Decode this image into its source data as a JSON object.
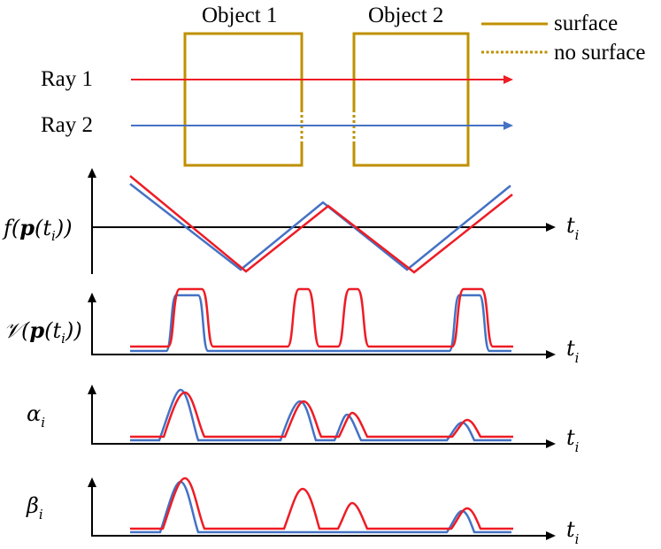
{
  "objects": [
    {
      "label": "Object 1"
    },
    {
      "label": "Object 2"
    }
  ],
  "legend": {
    "solid_label": "surface",
    "dashed_label": "no surface"
  },
  "rays": [
    {
      "label": "Ray 1"
    },
    {
      "label": "Ray 2"
    }
  ],
  "panels": {
    "f": {
      "symbol": "f(",
      "bold": "p",
      "inner": "(t",
      "sub": "i",
      "tail": "))"
    },
    "v": {
      "symbol": "𝒱(",
      "bold": "p",
      "inner": "(t",
      "sub": "i",
      "tail": "))"
    },
    "alpha": {
      "symbol": "α",
      "sub": "i"
    },
    "beta": {
      "symbol": "β",
      "sub": "i"
    }
  },
  "axis_label": {
    "main": "t",
    "sub": "i"
  },
  "colors": {
    "ray1": "#ee1c25",
    "ray2": "#4472c4",
    "object": "#bf9000",
    "axis": "#000000"
  },
  "icons": [
    "arrow-head-icon",
    "dotted-line-icon"
  ]
}
